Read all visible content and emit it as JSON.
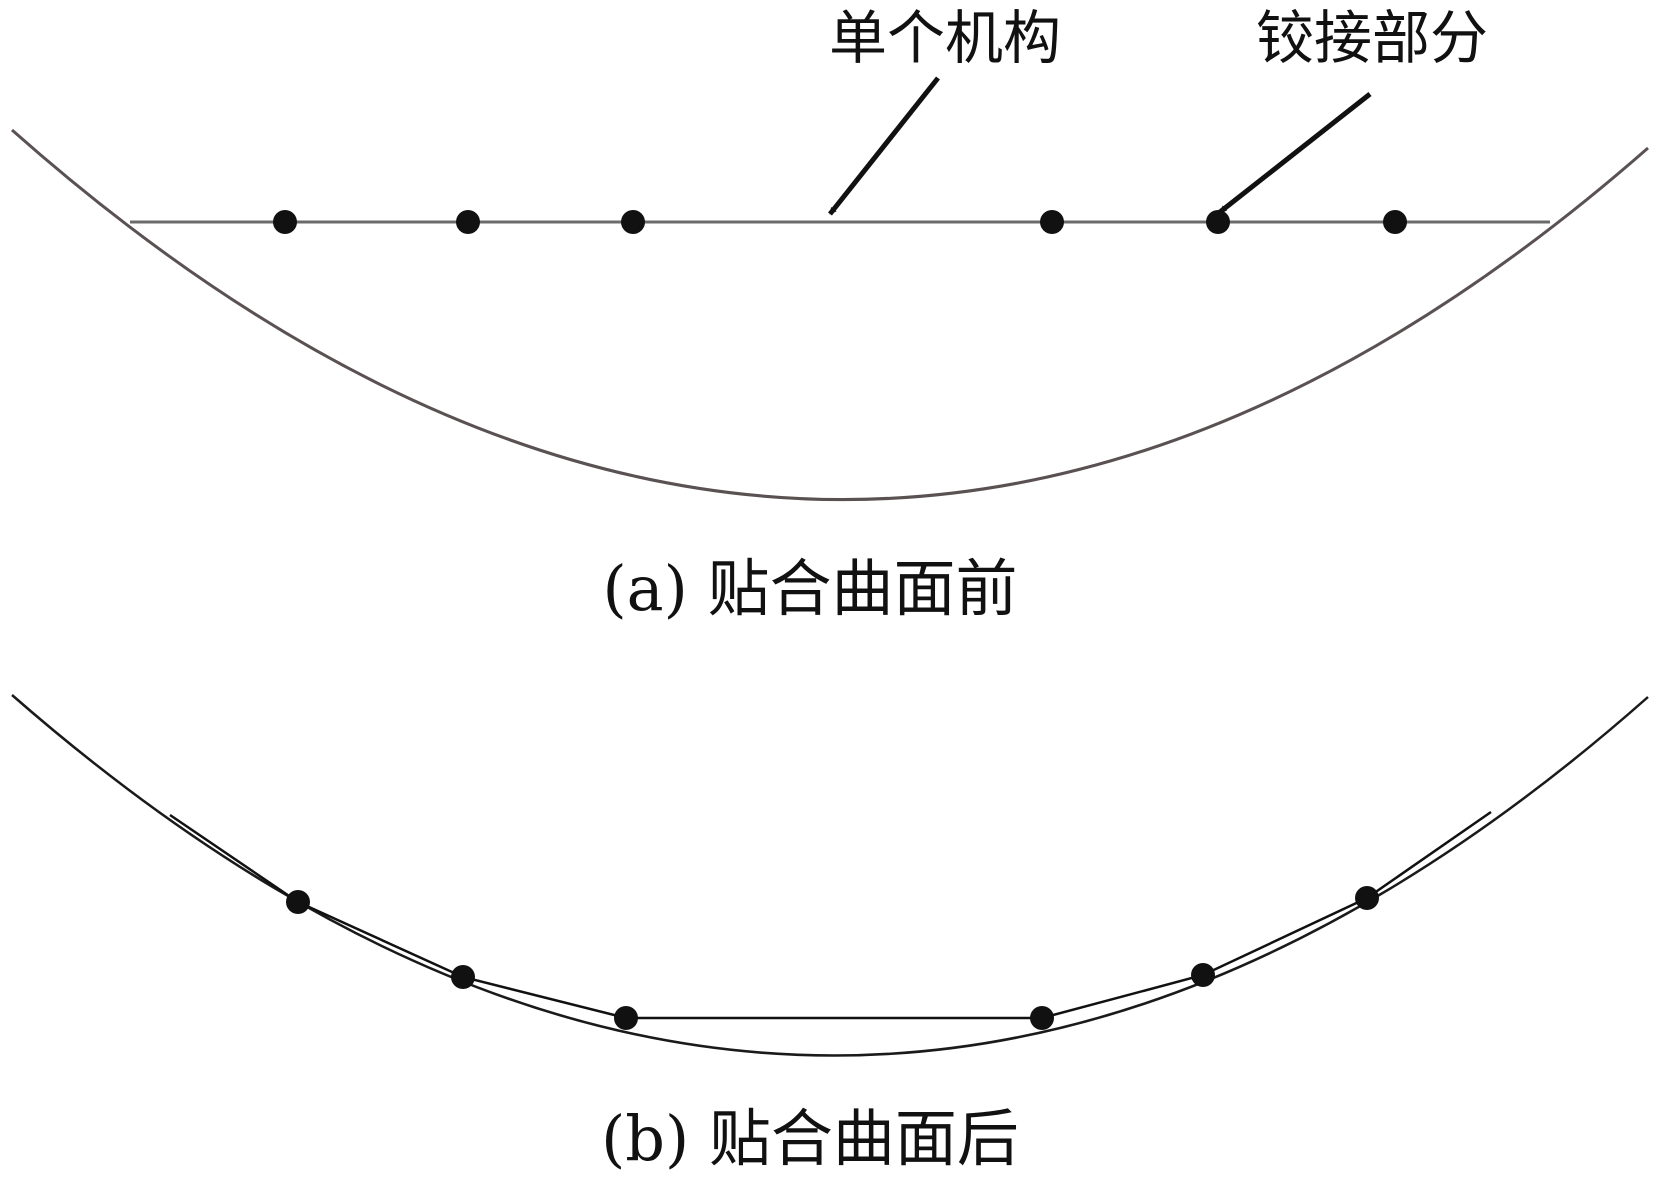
{
  "labels": {
    "single_mechanism": "单个机构",
    "hinge_part": "铰接部分"
  },
  "captions": {
    "a": "(a) 贴合曲面前",
    "b": "(b) 贴合曲面后"
  },
  "colors": {
    "curve_a": "#5a5252",
    "curve_b": "#1a1a1a",
    "mechanism_line": "#6b6b6b",
    "hinge": "#111111",
    "arrow": "#111111",
    "text": "#111111"
  }
}
